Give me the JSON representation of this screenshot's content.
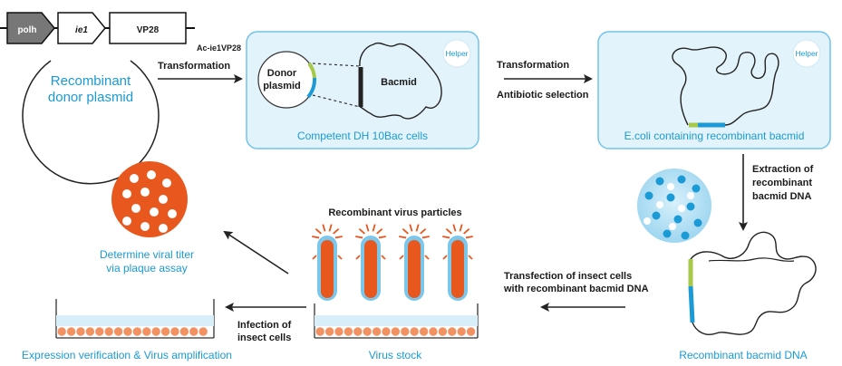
{
  "colors": {
    "panel_fill": "#e3f3fb",
    "panel_border": "#71c3e8",
    "text_blue": "#1b9ad6",
    "accent_green": "#a6c94a",
    "accent_blue": "#1b9ad6",
    "virus_orange": "#e8581e",
    "cell_orange": "#f29263",
    "arrow": "#222222"
  },
  "gene_cassette": {
    "polh": "polh",
    "ie1": "ie1",
    "vp28": "VP28",
    "construct": "Ac-ie1VP28"
  },
  "donor_plasmid": {
    "line1": "Recombinant",
    "line2": "donor plasmid"
  },
  "step_transformation_1": "Transformation",
  "competent_panel": {
    "donor_line1": "Donor",
    "donor_line2": "plasmid",
    "bacmid": "Bacmid",
    "helper": "Helper",
    "caption": "Competent DH 10Bac cells"
  },
  "step_transformation_2": {
    "line1": "Transformation",
    "line2": "Antibiotic selection"
  },
  "ecoli_panel": {
    "helper": "Helper",
    "caption": "E.coli containing recombinant bacmid"
  },
  "step_extraction": {
    "line1": "Extraction of",
    "line2": "recombinant",
    "line3": "bacmid DNA"
  },
  "recombinant_bacmid_caption": "Recombinant bacmid DNA",
  "step_transfection": {
    "line1": "Transfection of insect cells",
    "line2": "with recombinant bacmid DNA"
  },
  "virus_particles_title": "Recombinant virus particles",
  "virus_stock_caption": "Virus stock",
  "step_infection": {
    "line1": "Infection of",
    "line2": "insect cells"
  },
  "expression_caption": "Expression verification & Virus amplification",
  "plaque_caption": {
    "line1": "Determine viral titer",
    "line2": "via plaque assay"
  }
}
